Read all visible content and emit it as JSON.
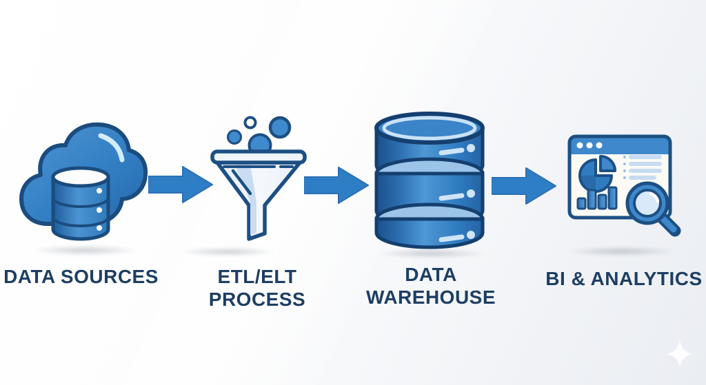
{
  "page": {
    "background_top_left": "#ffffff",
    "background_bottom_right": "#eaedf2"
  },
  "palette": {
    "primary_blue": "#2e7ec6",
    "medium_blue": "#3e88cb",
    "light_blue": "#cfe3f5",
    "outline_navy": "#1d4f82",
    "label_navy": "#1d3e63",
    "window_background": "#fbfaf5"
  },
  "diagram": {
    "type": "flow",
    "direction": "left-to-right",
    "stages": [
      {
        "id": "data-sources",
        "label": "DATA SOURCES",
        "icon": "cloud-database-icon"
      },
      {
        "id": "etl-elt-process",
        "label": "ETL/ELT PROCESS",
        "icon": "funnel-icon"
      },
      {
        "id": "data-warehouse",
        "label": "DATA WAREHOUSE",
        "icon": "database-stack-icon"
      },
      {
        "id": "bi-analytics",
        "label": "BI & ANALYTICS",
        "icon": "dashboard-magnifier-icon"
      }
    ],
    "connectors": [
      {
        "from": "data-sources",
        "to": "etl-elt-process",
        "icon": "arrow-right-icon"
      },
      {
        "from": "etl-elt-process",
        "to": "data-warehouse",
        "icon": "arrow-right-icon"
      },
      {
        "from": "data-warehouse",
        "to": "bi-analytics",
        "icon": "arrow-right-icon"
      }
    ],
    "decorations": [
      {
        "icon": "sparkle-icon",
        "position": "bottom-right"
      }
    ]
  }
}
